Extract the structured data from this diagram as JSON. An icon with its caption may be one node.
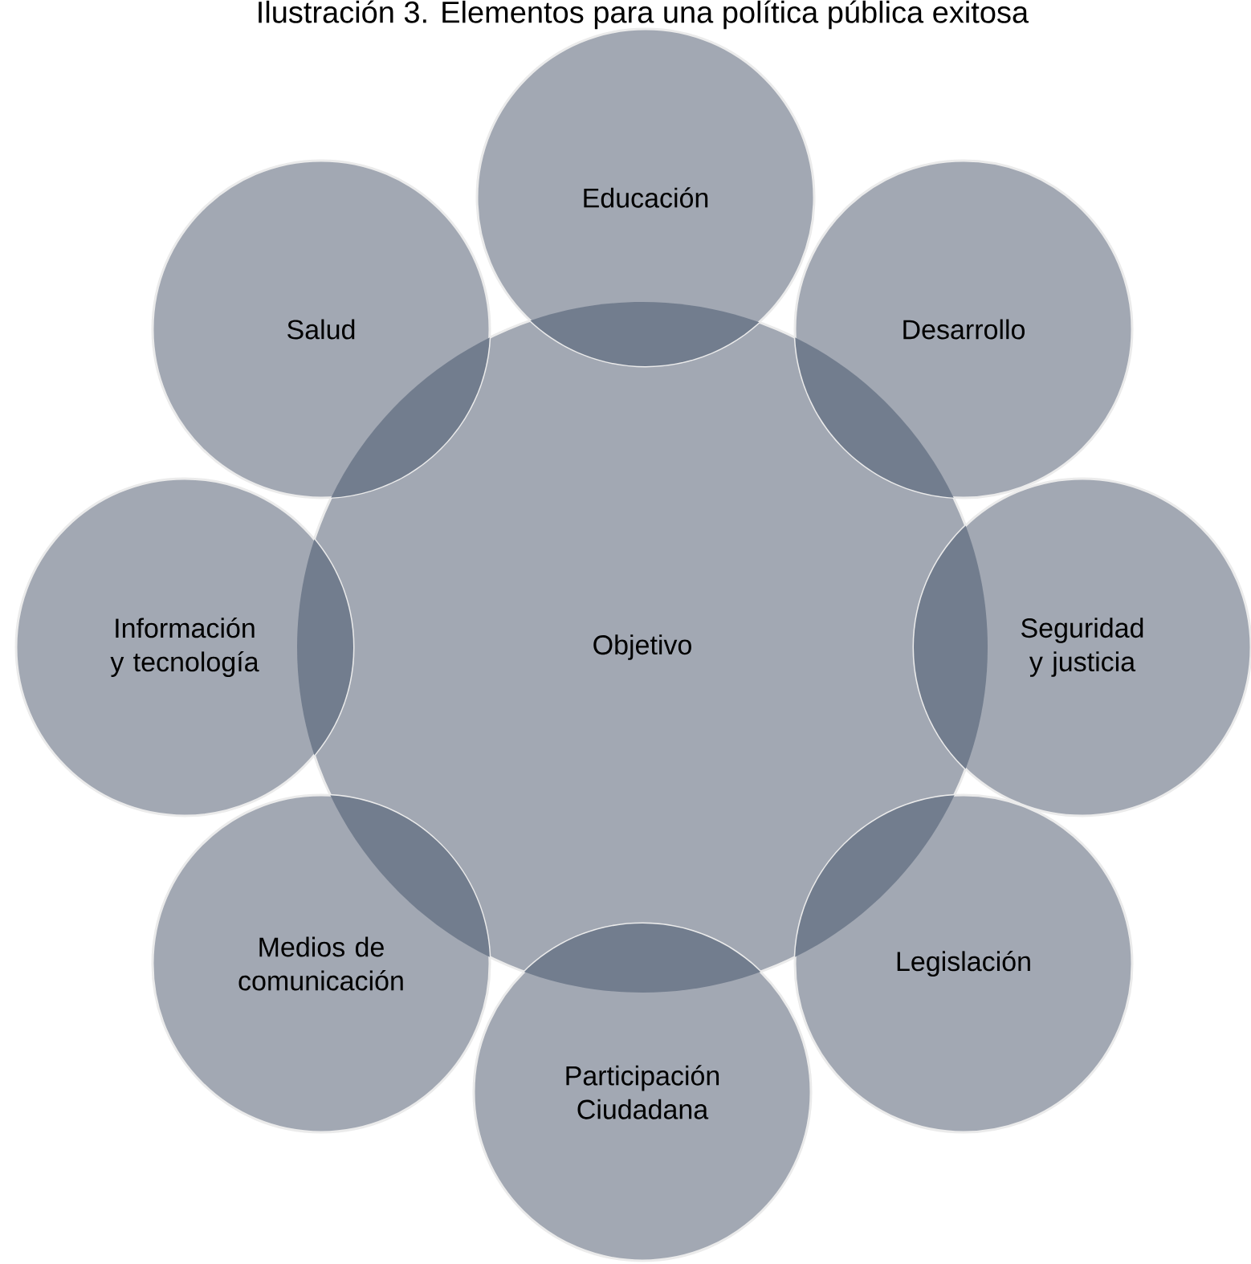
{
  "diagram": {
    "title": "Ilustración 3. Elementos para una política pública exitosa",
    "nodes": [
      {
        "text": [
          "Objetivo"
        ]
      },
      {
        "text": [
          "Educación"
        ]
      },
      {
        "text": [
          "Desarrollo"
        ]
      },
      {
        "text": [
          "Seguridad y justicia"
        ]
      },
      {
        "text": [
          "Legislación"
        ]
      },
      {
        "text": [
          "Participación Ciudadana"
        ]
      },
      {
        "text": [
          "Medios de comunicación"
        ]
      },
      {
        "text": [
          "Información y tecnología"
        ]
      },
      {
        "text": [
          "Salud"
        ]
      }
    ]
  }
}
